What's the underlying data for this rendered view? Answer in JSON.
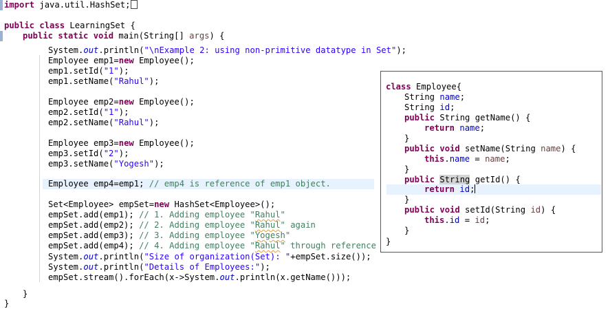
{
  "editor": {
    "line_import": "import java.util.HashSet;",
    "class_decl": {
      "kw": "public class",
      "rest": " LearningSet {"
    },
    "main_decl": {
      "kw": "public static void",
      "rest_a": " main(String[] ",
      "param": "args",
      "rest_b": ") {"
    },
    "println1": {
      "a": "System.",
      "out": "out",
      "b": ".println(",
      "str": "\"\\nExample 2: using non-primitive datatype in Set\"",
      "c": ");"
    },
    "emp1_new": {
      "a": "Employee emp1=",
      "kw": "new",
      "b": " Employee();"
    },
    "emp1_setid": {
      "a": "emp1.setId(",
      "str": "\"1\"",
      "b": ");"
    },
    "emp1_setname": {
      "a": "emp1.setName(",
      "str": "\"Rahul\"",
      "b": ");"
    },
    "emp2_new": {
      "a": "Employee emp2=",
      "kw": "new",
      "b": " Employee();"
    },
    "emp2_setid": {
      "a": "emp2.setId(",
      "str": "\"1\"",
      "b": ");"
    },
    "emp2_setname": {
      "a": "emp2.setName(",
      "str": "\"Rahul\"",
      "b": ");"
    },
    "emp3_new": {
      "a": "Employee emp3=",
      "kw": "new",
      "b": " Employee();"
    },
    "emp3_setid": {
      "a": "emp3.setId(",
      "str": "\"2\"",
      "b": ");"
    },
    "emp3_setname": {
      "a": "emp3.setName(",
      "str": "\"Yogesh\"",
      "b": ");"
    },
    "emp4_ref": {
      "a": "Employee emp4=emp1; ",
      "cmt": "// emp4 is reference of emp1 object."
    },
    "set_decl": {
      "a": "Set<Employee> empSet=",
      "kw": "new",
      "b": " HashSet<Employee>();"
    },
    "add1": {
      "a": "empSet.add(emp1); ",
      "c1": "// 1. Adding employee \"",
      "sq": "Rahul",
      "c2": "\""
    },
    "add2": {
      "a": "empSet.add(emp2); ",
      "c1": "// 2. Adding employee \"",
      "sq": "Rahul",
      "c2": "\" again"
    },
    "add3": {
      "a": "empSet.add(emp3); ",
      "c1": "// 3. Adding employee \"",
      "sq": "Yogesh",
      "c2": "\""
    },
    "add4": {
      "a": "empSet.add(emp4); ",
      "c1": "// 4. Adding employee \"",
      "sq": "Rahul",
      "c2": "\" through reference"
    },
    "println_size": {
      "a": "System.",
      "out": "out",
      "b": ".println(",
      "str": "\"Size of organization(Set): \"",
      "c": "+empSet.size());"
    },
    "println_details": {
      "a": "System.",
      "out": "out",
      "b": ".println(",
      "str": "\"Details of Employees:\"",
      "c": ");"
    },
    "stream_line": {
      "a": "empSet.stream().forEach(x->System.",
      "out": "out",
      "b": ".println(x.getName()));"
    },
    "close_main": "}",
    "close_class": "}"
  },
  "popup": {
    "class_line": "class Employee{",
    "f_name": {
      "a": "String ",
      "f": "name",
      "b": ";"
    },
    "f_id": {
      "a": "String ",
      "f": "id",
      "b": ";"
    },
    "getname_decl": {
      "kw": "public",
      "b": " String getName() {"
    },
    "return_name": {
      "kw": "return",
      "sp": " ",
      "f": "name",
      "b": ";"
    },
    "close1": "}",
    "setname_decl": {
      "kw": "public void",
      "b": " setName(String ",
      "p": "name",
      "c": ") {"
    },
    "this_name": {
      "kw": "this",
      "dot": ".",
      "f": "name",
      "b": " = ",
      "p": "name",
      "c": ";"
    },
    "close2": "}",
    "getid_decl": {
      "kw": "public",
      "sp": " ",
      "sel": "String",
      "b": " getId() {"
    },
    "return_id": {
      "kw": "return",
      "sp": " ",
      "f": "id",
      "b": ";"
    },
    "close3": "}",
    "setid_decl": {
      "kw": "public void",
      "b": " setId(String ",
      "p": "id",
      "c": ") {"
    },
    "this_id": {
      "kw": "this",
      "dot": ".",
      "f": "id",
      "b": " = ",
      "p": "id",
      "c": ";"
    },
    "close4": "}",
    "close_class": "}"
  }
}
